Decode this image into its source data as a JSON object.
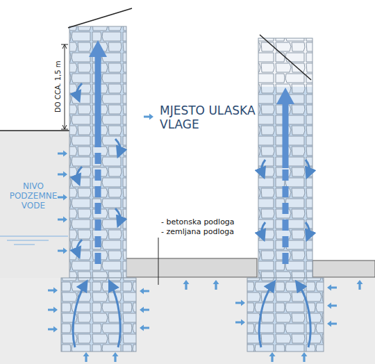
{
  "diagram": {
    "labels": [
      "DO CCA. 1,5 m",
      "NIVO PODZEMNE VODE",
      "- betonska podloga",
      "- zemljana podloga"
    ],
    "legend": [
      {
        "text": "MJESTO ULASKA VLAGE"
      }
    ]
  }
}
